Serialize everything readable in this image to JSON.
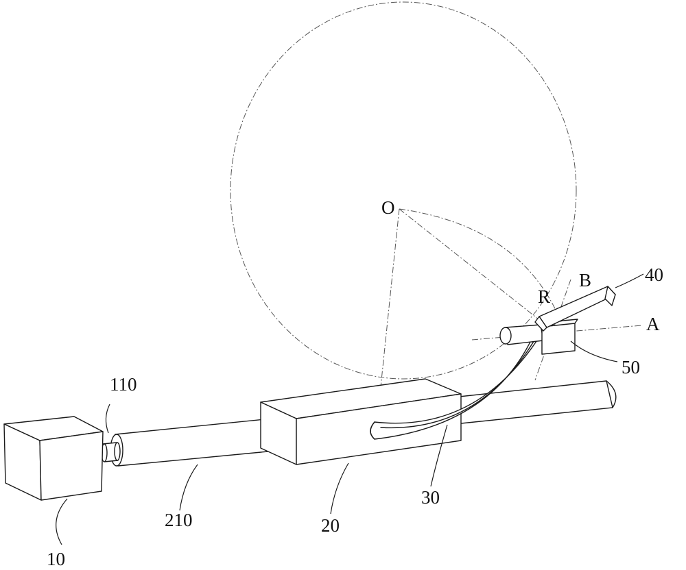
{
  "labels": {
    "center": "O",
    "radius": "R",
    "axis_a": "A",
    "axis_b": "B",
    "drive_unit": "10",
    "coupling": "110",
    "slider": "20",
    "rail": "210",
    "bent_tube": "30",
    "cutter": "40",
    "holder": "50"
  },
  "colors": {
    "stroke": "#1a1a1a",
    "construction_line": "#555555",
    "background": "#ffffff"
  }
}
